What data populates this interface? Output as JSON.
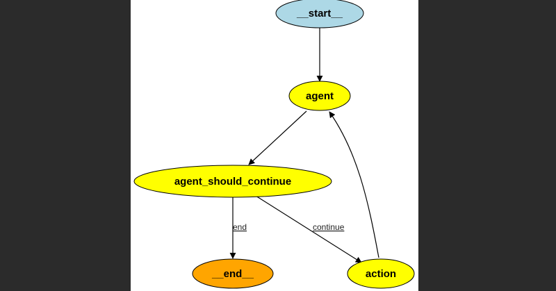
{
  "nodes": {
    "start": {
      "label": "__start__",
      "color": "#add8e6"
    },
    "agent": {
      "label": "agent",
      "color": "#ffff00"
    },
    "should": {
      "label": "agent_should_continue",
      "color": "#ffff00"
    },
    "end": {
      "label": "__end__",
      "color": "#ffa500"
    },
    "action": {
      "label": "action",
      "color": "#ffff00"
    }
  },
  "edges": {
    "end_label": "end",
    "continue_label": "continue"
  }
}
